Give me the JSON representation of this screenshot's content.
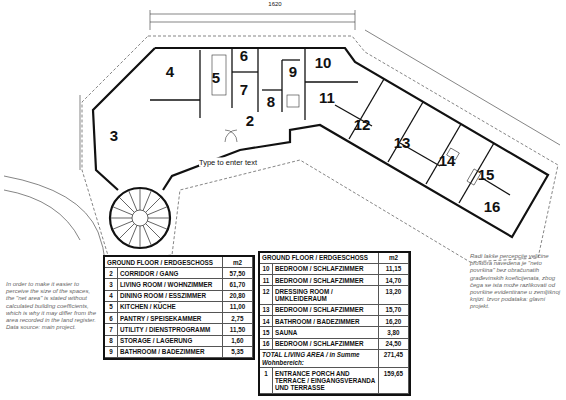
{
  "diagram": {
    "nodes": [
      {
        "text": [
          "GROUND FLOOR / ERDGESCHOSS",
          "m2",
          "2",
          "CORRIDOR / GANG",
          "57,50",
          "3",
          "LIVING ROOM / WOHNZIMMER",
          "61,70",
          "4",
          "DINING ROOM / ESSZIMMER",
          "20,80",
          "5",
          "KITCHEN / KÜCHE",
          "11,00",
          "6",
          "PANTRY / SPEISEKAMMER",
          "2,75",
          "7",
          "UTILITY / DIENSTPROGRAMM",
          "11,50",
          "8",
          "STORAGE / LAGERUNG",
          "1,60",
          "9",
          "BATHROOM / BADEZIMMER",
          "5,35"
        ]
      },
      {
        "text": [
          "GROUND FLOOR / ERDGESCHOSS",
          "m2",
          "10",
          "BEDROOM / SCHLAFZIMMER",
          "11,15",
          "11",
          "BEDROOM / SCHLAFZIMMER",
          "14,70",
          "12",
          "DRESSING ROOM / UMKLEIDERAUM",
          "13,20",
          "13",
          "BEDROOM / SCHLAFZIMMER",
          "15,70",
          "14",
          "BATHROOM / BADEZIMMER",
          "16,20",
          "15",
          "SAUNA",
          "3,80",
          "16",
          "BEDROOM / SCHLAFZIMMER",
          "24,50",
          "TOTAL LIVING AREA / in Summe Wohnbereich:",
          "271,45",
          "1",
          "ENTRANCE PORCH AND TERRACE / EINGANGSVERANDA UND TERRASSE",
          "159,65"
        ]
      }
    ],
    "labels": [
      "1620",
      "4",
      "5",
      "6",
      "9",
      "10",
      "7",
      "8",
      "11",
      "3",
      "2",
      "12",
      "13",
      "14",
      "15",
      "16",
      "Type to enter text",
      "In order to make it easier to perceive the size of the spaces, the \"net area\" is stated without calculated building coefficients, which is why it may differ from the area recorded in the land register. Data source: main project.",
      "Radi lakše percepcije veličine prostora navedena je \"neto površina\" bez obračunatih građevinskih koeficijenata, zbog čega se ista može razlikovati od površine evidentirane u zemljišnoj knjizi. Izvor podataka: glavni projekt."
    ]
  }
}
